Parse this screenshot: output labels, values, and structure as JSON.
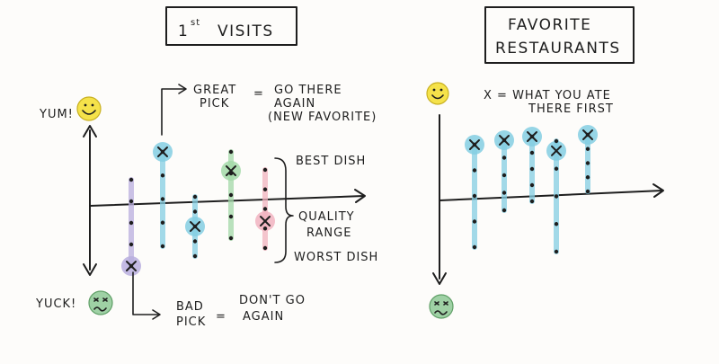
{
  "left_panel": {
    "title_main": "1",
    "title_sup": "st",
    "title_rest": "VISITS",
    "title_bg": "#e3e3e1",
    "yum_label": "YUM!",
    "yuck_label": "YUCK!",
    "great_pick": {
      "line1": "GREAT",
      "line2": "PICK",
      "equals": "=",
      "meaning1": "GO THERE",
      "meaning2": "AGAIN",
      "meaning3": "(NEW FAVORITE)"
    },
    "bad_pick": {
      "line1": "BAD",
      "line2": "PICK",
      "equals": "=",
      "meaning1": "DON'T GO",
      "meaning2": "AGAIN"
    },
    "range_labels": {
      "best": "BEST DISH",
      "quality1": "QUALITY",
      "quality2": "RANGE",
      "worst": "WORST DISH"
    },
    "columns": [
      {
        "color": "#b9aede",
        "top": 0.45,
        "bottom": -1.15,
        "first": -1.15
      },
      {
        "color": "#84cee2",
        "top": 0.95,
        "bottom": -0.8,
        "first": 0.95
      },
      {
        "color": "#84cee2",
        "top": 0.1,
        "bottom": -1.0,
        "first": -0.45
      },
      {
        "color": "#a3d9a8",
        "top": 0.9,
        "bottom": -0.7,
        "first": 0.55
      },
      {
        "color": "#f1b3bf",
        "top": 0.55,
        "bottom": -0.9,
        "first": -0.4
      }
    ]
  },
  "right_panel": {
    "title_line1": "FAVORITE",
    "title_line2": "RESTAURANTS",
    "title_bg": "#f3ecc3",
    "legend": "X = WHAT YOU ATE",
    "legend2": "THERE FIRST",
    "columns": [
      {
        "color": "#84cee2",
        "top": 1.0,
        "bottom": -0.9,
        "first": 1.0
      },
      {
        "color": "#84cee2",
        "top": 1.05,
        "bottom": -0.25,
        "first": 1.05
      },
      {
        "color": "#84cee2",
        "top": 1.1,
        "bottom": -0.1,
        "first": 1.1
      },
      {
        "color": "#84cee2",
        "top": 1.0,
        "bottom": -1.05,
        "first": 0.82
      },
      {
        "color": "#84cee2",
        "top": 1.1,
        "bottom": 0.05,
        "first": 1.1
      }
    ]
  },
  "colors": {
    "ink": "#1e1e1e",
    "yum_face": "#f5e24a",
    "yuck_face": "#9fd1a5"
  }
}
